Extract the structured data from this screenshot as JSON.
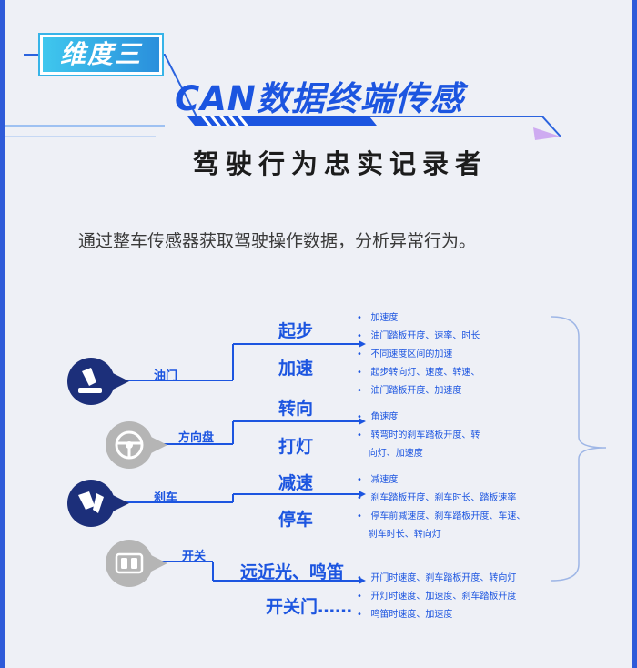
{
  "header": {
    "badge": "维度三",
    "title": "CAN数据终端传感",
    "subtitle": "驾驶行为忠实记录者"
  },
  "intro": "通过整车传感器获取驾驶操作数据，分析异常行为。",
  "groups": [
    {
      "control": "油门",
      "icon": "gas-pedal-icon",
      "actions": [
        "起步",
        "加速"
      ],
      "details": [
        "加速度",
        "油门踏板开度、速率、时长",
        "不同速度区间的加速",
        "起步转向灯、速度、转速、",
        "油门踏板开度、加速度"
      ]
    },
    {
      "control": "方向盘",
      "icon": "steering-wheel-icon",
      "actions": [
        "转向",
        "打灯"
      ],
      "details": [
        "角速度",
        "转弯时的刹车踏板开度、转",
        "向灯、加速度"
      ]
    },
    {
      "control": "刹车",
      "icon": "brake-pedal-icon",
      "actions": [
        "减速",
        "停车"
      ],
      "details": [
        "减速度",
        "刹车踏板开度、刹车时长、踏板速率",
        "停车前减速度、刹车踏板开度、车速、",
        "刹车时长、转向灯"
      ]
    },
    {
      "control": "开关",
      "icon": "switch-panel-icon",
      "actions": [
        "远近光、鸣笛",
        "开关门……"
      ],
      "details": [
        "开门时速度、刹车踏板开度、转向灯",
        "开灯时速度、加速度、刹车踏板开度",
        "鸣笛时速度、加速度"
      ]
    }
  ],
  "colors": {
    "primary": "#1c55e0",
    "navy": "#1c2f7a",
    "gray": "#b5b5b5",
    "accent": "#3fc7ee",
    "background": "#eef0f6"
  }
}
